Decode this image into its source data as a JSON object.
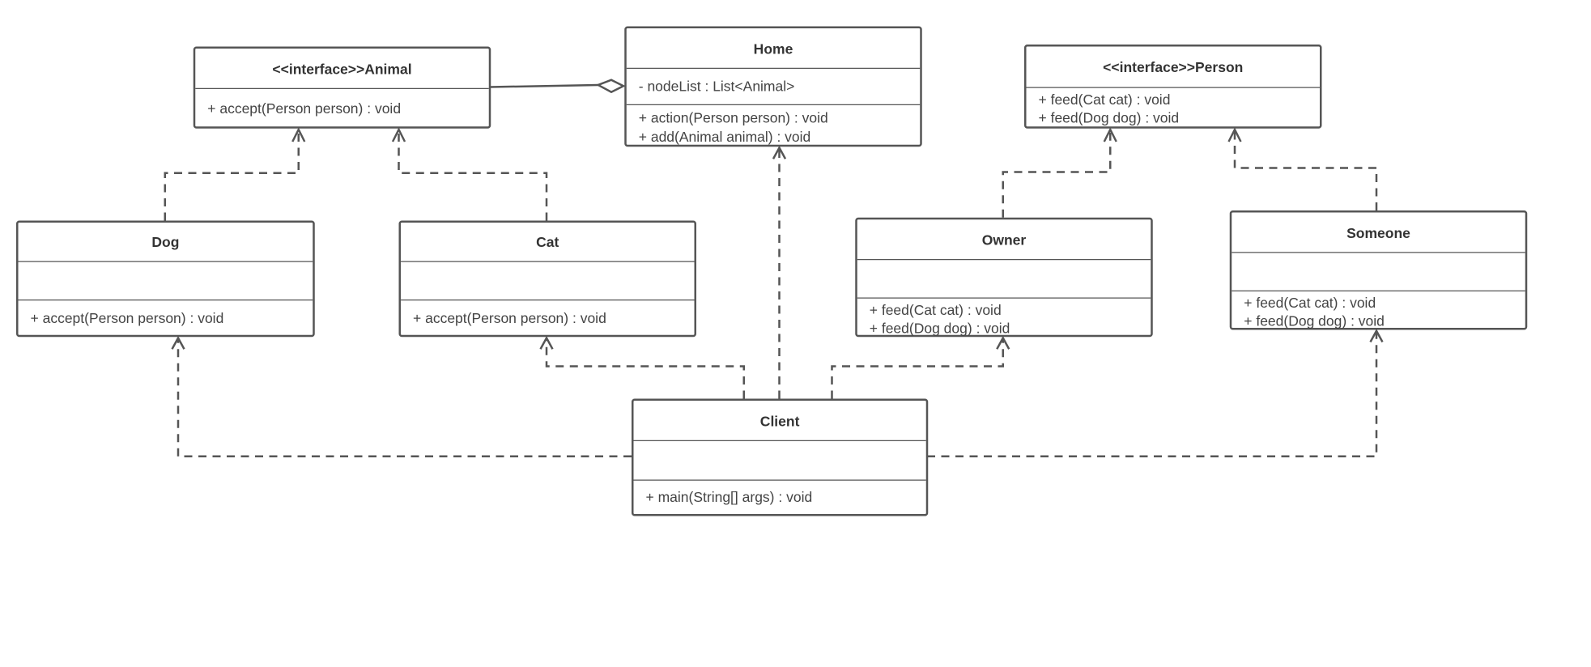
{
  "classes": {
    "animal": {
      "name": "<<interface>>Animal",
      "attributes": [],
      "methods": [
        "+ accept(Person person) : void"
      ]
    },
    "home": {
      "name": "Home",
      "attributes": [
        "- nodeList : List<Animal>"
      ],
      "methods": [
        "+ action(Person person) : void",
        "+ add(Animal animal) : void"
      ]
    },
    "person": {
      "name": "<<interface>>Person",
      "attributes": [],
      "methods": [
        "+ feed(Cat cat) : void",
        "+ feed(Dog dog) : void"
      ]
    },
    "dog": {
      "name": "Dog",
      "attributes": [],
      "methods": [
        "+ accept(Person person) : void"
      ]
    },
    "cat": {
      "name": "Cat",
      "attributes": [],
      "methods": [
        "+ accept(Person person) : void"
      ]
    },
    "owner": {
      "name": "Owner",
      "attributes": [],
      "methods": [
        "+ feed(Cat cat) : void",
        "+ feed(Dog dog) : void"
      ]
    },
    "someone": {
      "name": "Someone",
      "attributes": [],
      "methods": [
        "+ feed(Cat cat) : void",
        "+ feed(Dog dog) : void"
      ]
    },
    "client": {
      "name": "Client",
      "attributes": [],
      "methods": [
        "+ main(String[] args) : void"
      ]
    }
  },
  "colors": {
    "line": "#555555",
    "text": "#333333",
    "background": "#ffffff"
  }
}
